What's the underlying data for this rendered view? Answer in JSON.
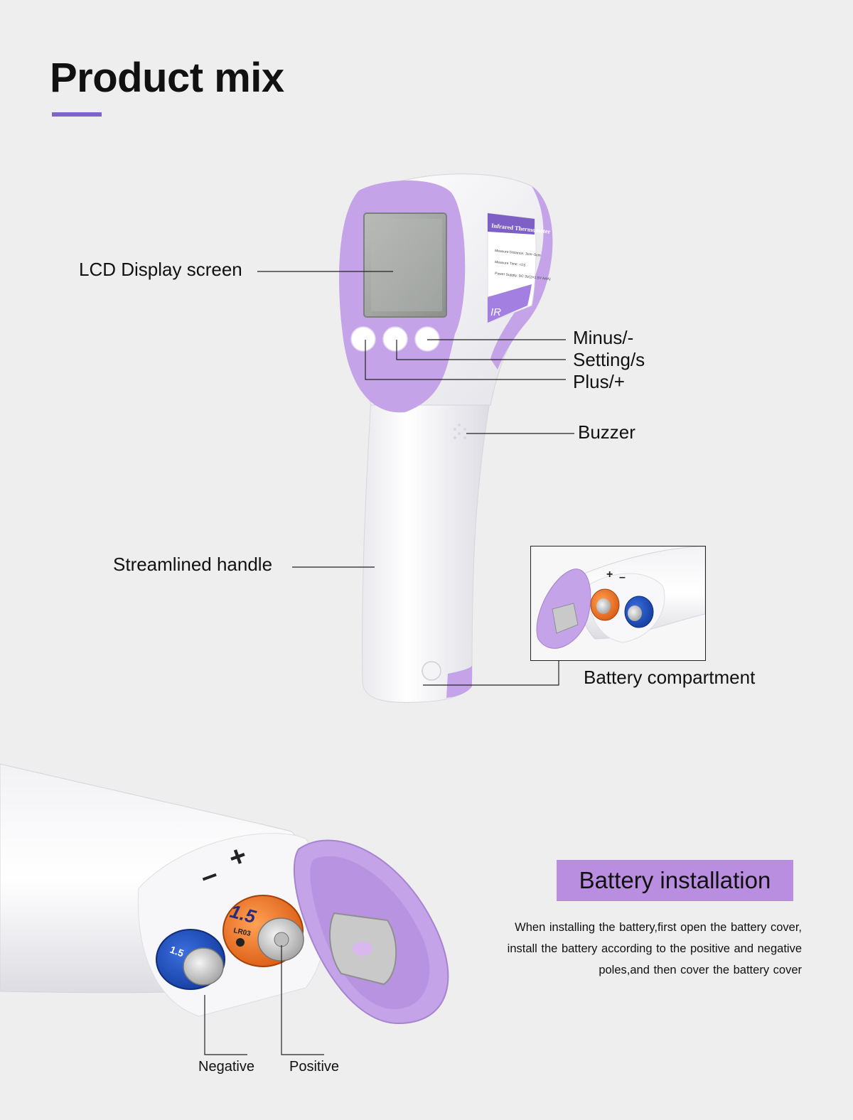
{
  "header": {
    "title": "Product mix",
    "accent_color": "#7e63c8"
  },
  "device": {
    "body_color": "#f5f5f7",
    "accent_color": "#c4a3e8",
    "sticker_title": "Infrared Thermometer",
    "sticker_lines": [
      "Measure Distance: 3cm~5cm",
      "Measure Time: <1S",
      "Power Supply: DC 3V(2×1.5V AAA)"
    ],
    "sticker_ir": "IR"
  },
  "callouts": {
    "lcd": "LCD Display screen",
    "minus": "Minus/-",
    "setting": "Setting/s",
    "plus": "Plus/+",
    "buzzer": "Buzzer",
    "handle": "Streamlined handle",
    "battery_compartment": "Battery compartment"
  },
  "battery": {
    "badge_label": "Battery installation",
    "badge_color": "#b98ee0",
    "description": "When installing the battery,first open the battery cover, install the battery according to the positive and negative poles,and then cover the battery cover",
    "negative_label": "Negative",
    "positive_label": "Positive",
    "cell_label": "1.5",
    "cell_model": "LR03",
    "polarity_plus": "+",
    "polarity_minus": "–"
  }
}
